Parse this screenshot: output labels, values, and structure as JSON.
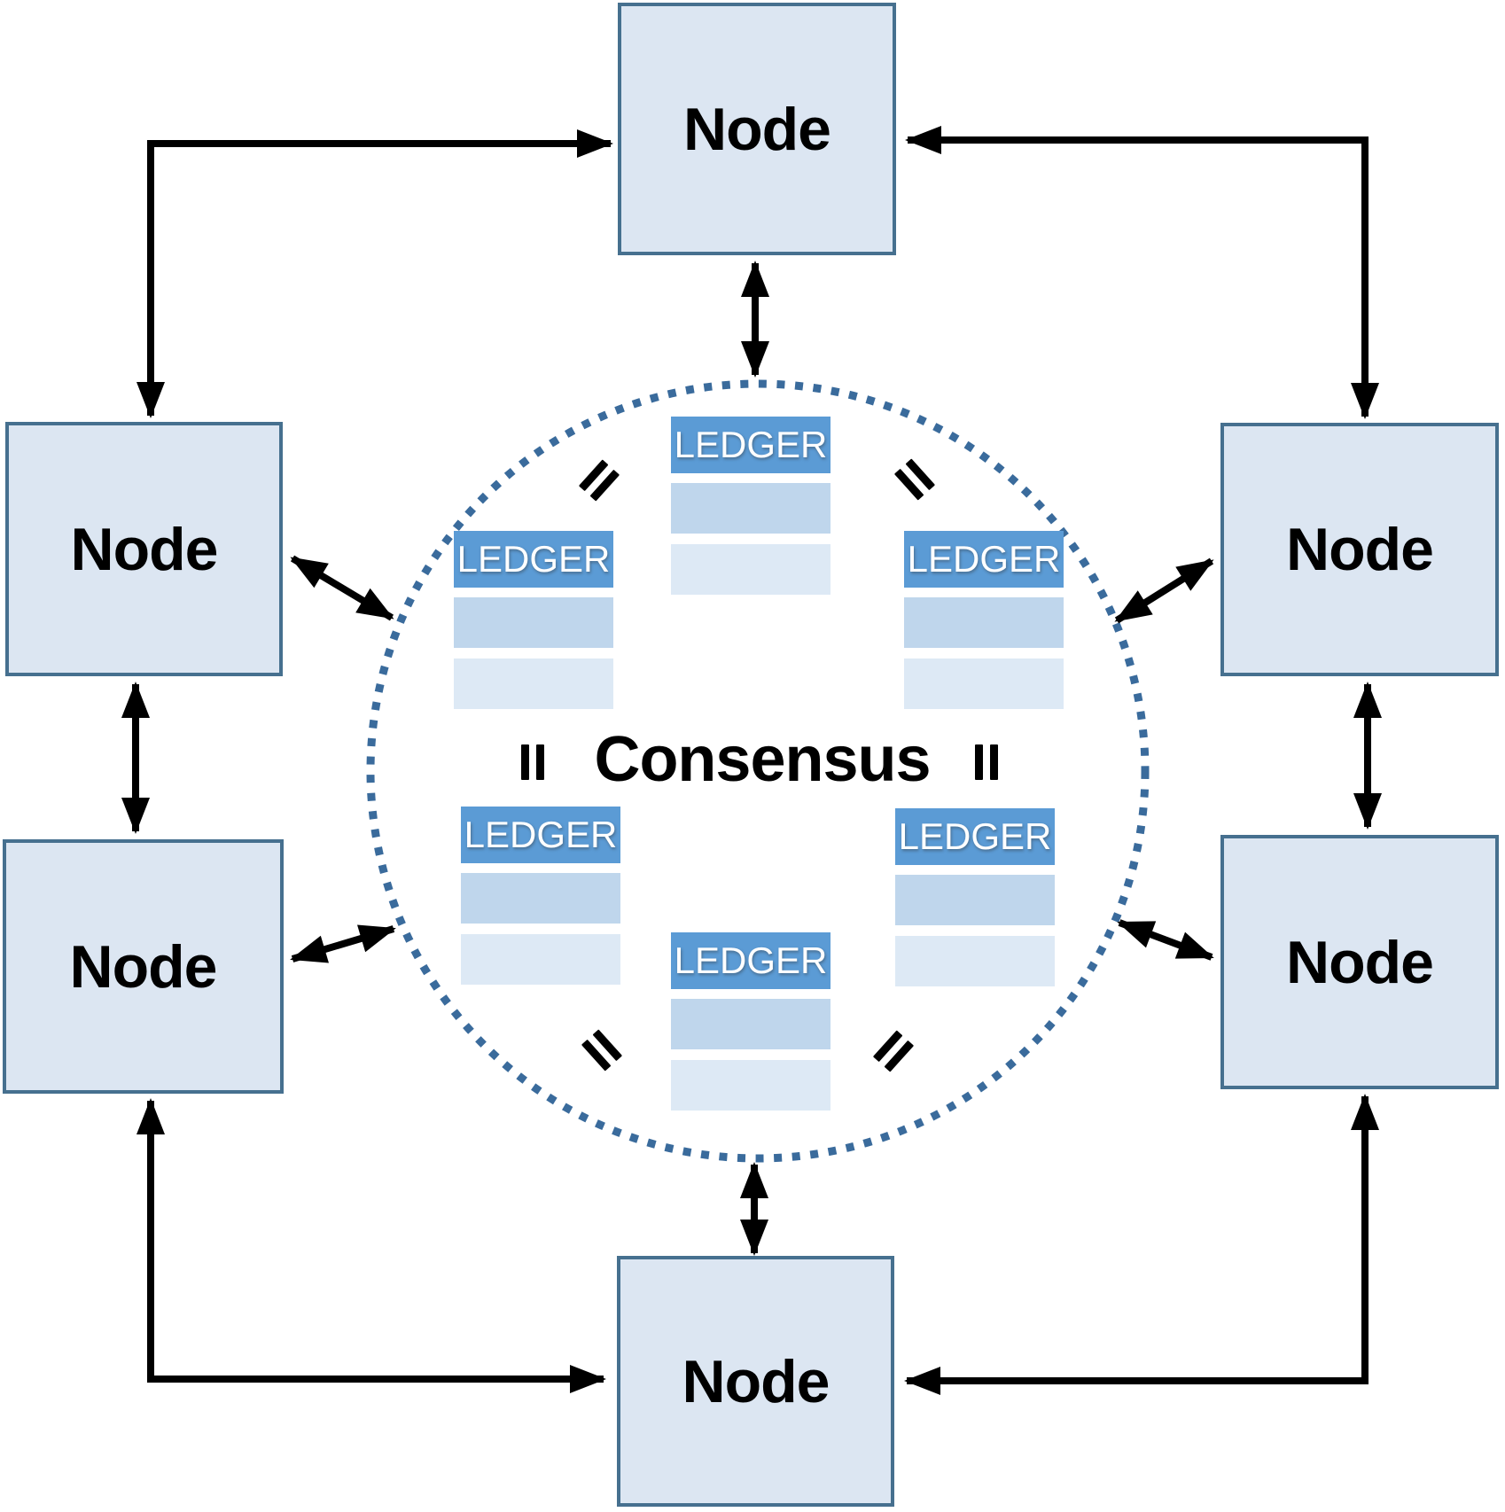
{
  "diagram": {
    "center_label": "Consensus",
    "colors": {
      "node_fill": "#dce6f2",
      "node_border": "#46708f",
      "ledger_header": "#5b9bd5",
      "ledger_row1": "#bfd6ec",
      "ledger_row2": "#dde9f5",
      "circle_dots": "#3a6b9c",
      "arrow": "#000000"
    }
  },
  "nodes": [
    {
      "id": "top",
      "label": "Node"
    },
    {
      "id": "upper-left",
      "label": "Node"
    },
    {
      "id": "upper-right",
      "label": "Node"
    },
    {
      "id": "lower-left",
      "label": "Node"
    },
    {
      "id": "lower-right",
      "label": "Node"
    },
    {
      "id": "bottom",
      "label": "Node"
    }
  ],
  "ledgers": [
    {
      "id": "top-center",
      "label": "LEDGER"
    },
    {
      "id": "middle-left",
      "label": "LEDGER"
    },
    {
      "id": "middle-right",
      "label": "LEDGER"
    },
    {
      "id": "bottom-left",
      "label": "LEDGER"
    },
    {
      "id": "bottom-right",
      "label": "LEDGER"
    },
    {
      "id": "bottom-center",
      "label": "LEDGER"
    }
  ]
}
